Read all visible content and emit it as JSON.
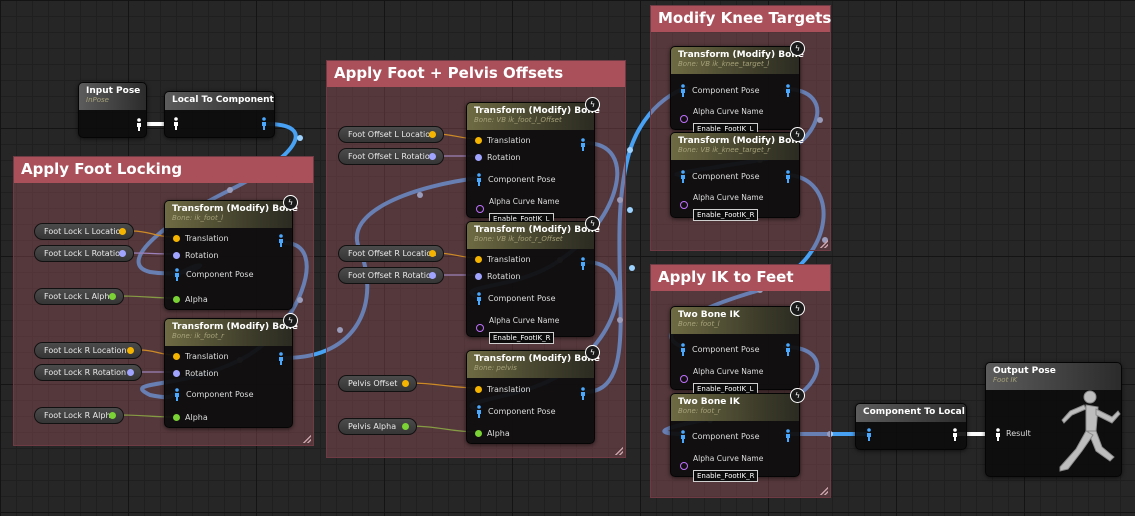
{
  "comments": [
    {
      "title": "Apply Foot Locking"
    },
    {
      "title": "Apply Foot + Pelvis Offsets"
    },
    {
      "title": "Modify Knee Targets"
    },
    {
      "title": "Apply IK to Feet"
    }
  ],
  "pins": {
    "translation": "Translation",
    "rotation": "Rotation",
    "component_pose": "Component Pose",
    "alpha": "Alpha",
    "alpha_curve_name": "Alpha Curve Name",
    "result": "Result"
  },
  "nodes": {
    "input_pose": {
      "title": "Input Pose",
      "subtitle": "InPose"
    },
    "local_to_component": {
      "title": "Local To Component"
    },
    "lock_foot_l": {
      "title": "Transform (Modify) Bone",
      "subtitle": "Bone: ik_foot_l"
    },
    "lock_foot_r": {
      "title": "Transform (Modify) Bone",
      "subtitle": "Bone: ik_foot_r"
    },
    "offset_foot_l": {
      "title": "Transform (Modify) Bone",
      "subtitle": "Bone: VB ik_foot_l_Offset",
      "curve": "Enable_FootIK_L"
    },
    "offset_foot_r": {
      "title": "Transform (Modify) Bone",
      "subtitle": "Bone: VB ik_foot_r_Offset",
      "curve": "Enable_FootIK_R"
    },
    "offset_pelvis": {
      "title": "Transform (Modify) Bone",
      "subtitle": "Bone: pelvis"
    },
    "knee_l": {
      "title": "Transform (Modify) Bone",
      "subtitle": "Bone: VB ik_knee_target_l",
      "curve": "Enable_FootIK_L"
    },
    "knee_r": {
      "title": "Transform (Modify) Bone",
      "subtitle": "Bone: VB ik_knee_target_r",
      "curve": "Enable_FootIK_R"
    },
    "twobone_l": {
      "title": "Two Bone IK",
      "subtitle": "Bone: foot_l",
      "curve": "Enable_FootIK_L"
    },
    "twobone_r": {
      "title": "Two Bone IK",
      "subtitle": "Bone: foot_r",
      "curve": "Enable_FootIK_R"
    },
    "component_to_local": {
      "title": "Component To Local"
    },
    "output_pose": {
      "title": "Output Pose",
      "subtitle": "Foot IK"
    }
  },
  "variables": {
    "foot_lock_l_location": "Foot Lock L Location",
    "foot_lock_l_rotation": "Foot Lock L Rotation",
    "foot_lock_l_alpha": "Foot Lock L Alpha",
    "foot_lock_r_location": "Foot Lock R Location",
    "foot_lock_r_rotation": "Foot Lock R Rotation",
    "foot_lock_r_alpha": "Foot Lock R Alpha",
    "foot_offset_l_location": "Foot Offset L Location",
    "foot_offset_l_rotation": "Foot Offset L Rotation",
    "foot_offset_r_location": "Foot Offset R Location",
    "foot_offset_r_rotation": "Foot Offset R Rotation",
    "pelvis_offset": "Pelvis Offset",
    "pelvis_alpha": "Pelvis Alpha"
  },
  "colors": {
    "pose_wire": "#4aa8ff",
    "vector_pin": "#f4b400",
    "rotator_pin": "#a0a4ff",
    "float_pin": "#7ad234",
    "name_pin": "#c070ff",
    "comment_header": "#a9505a"
  }
}
